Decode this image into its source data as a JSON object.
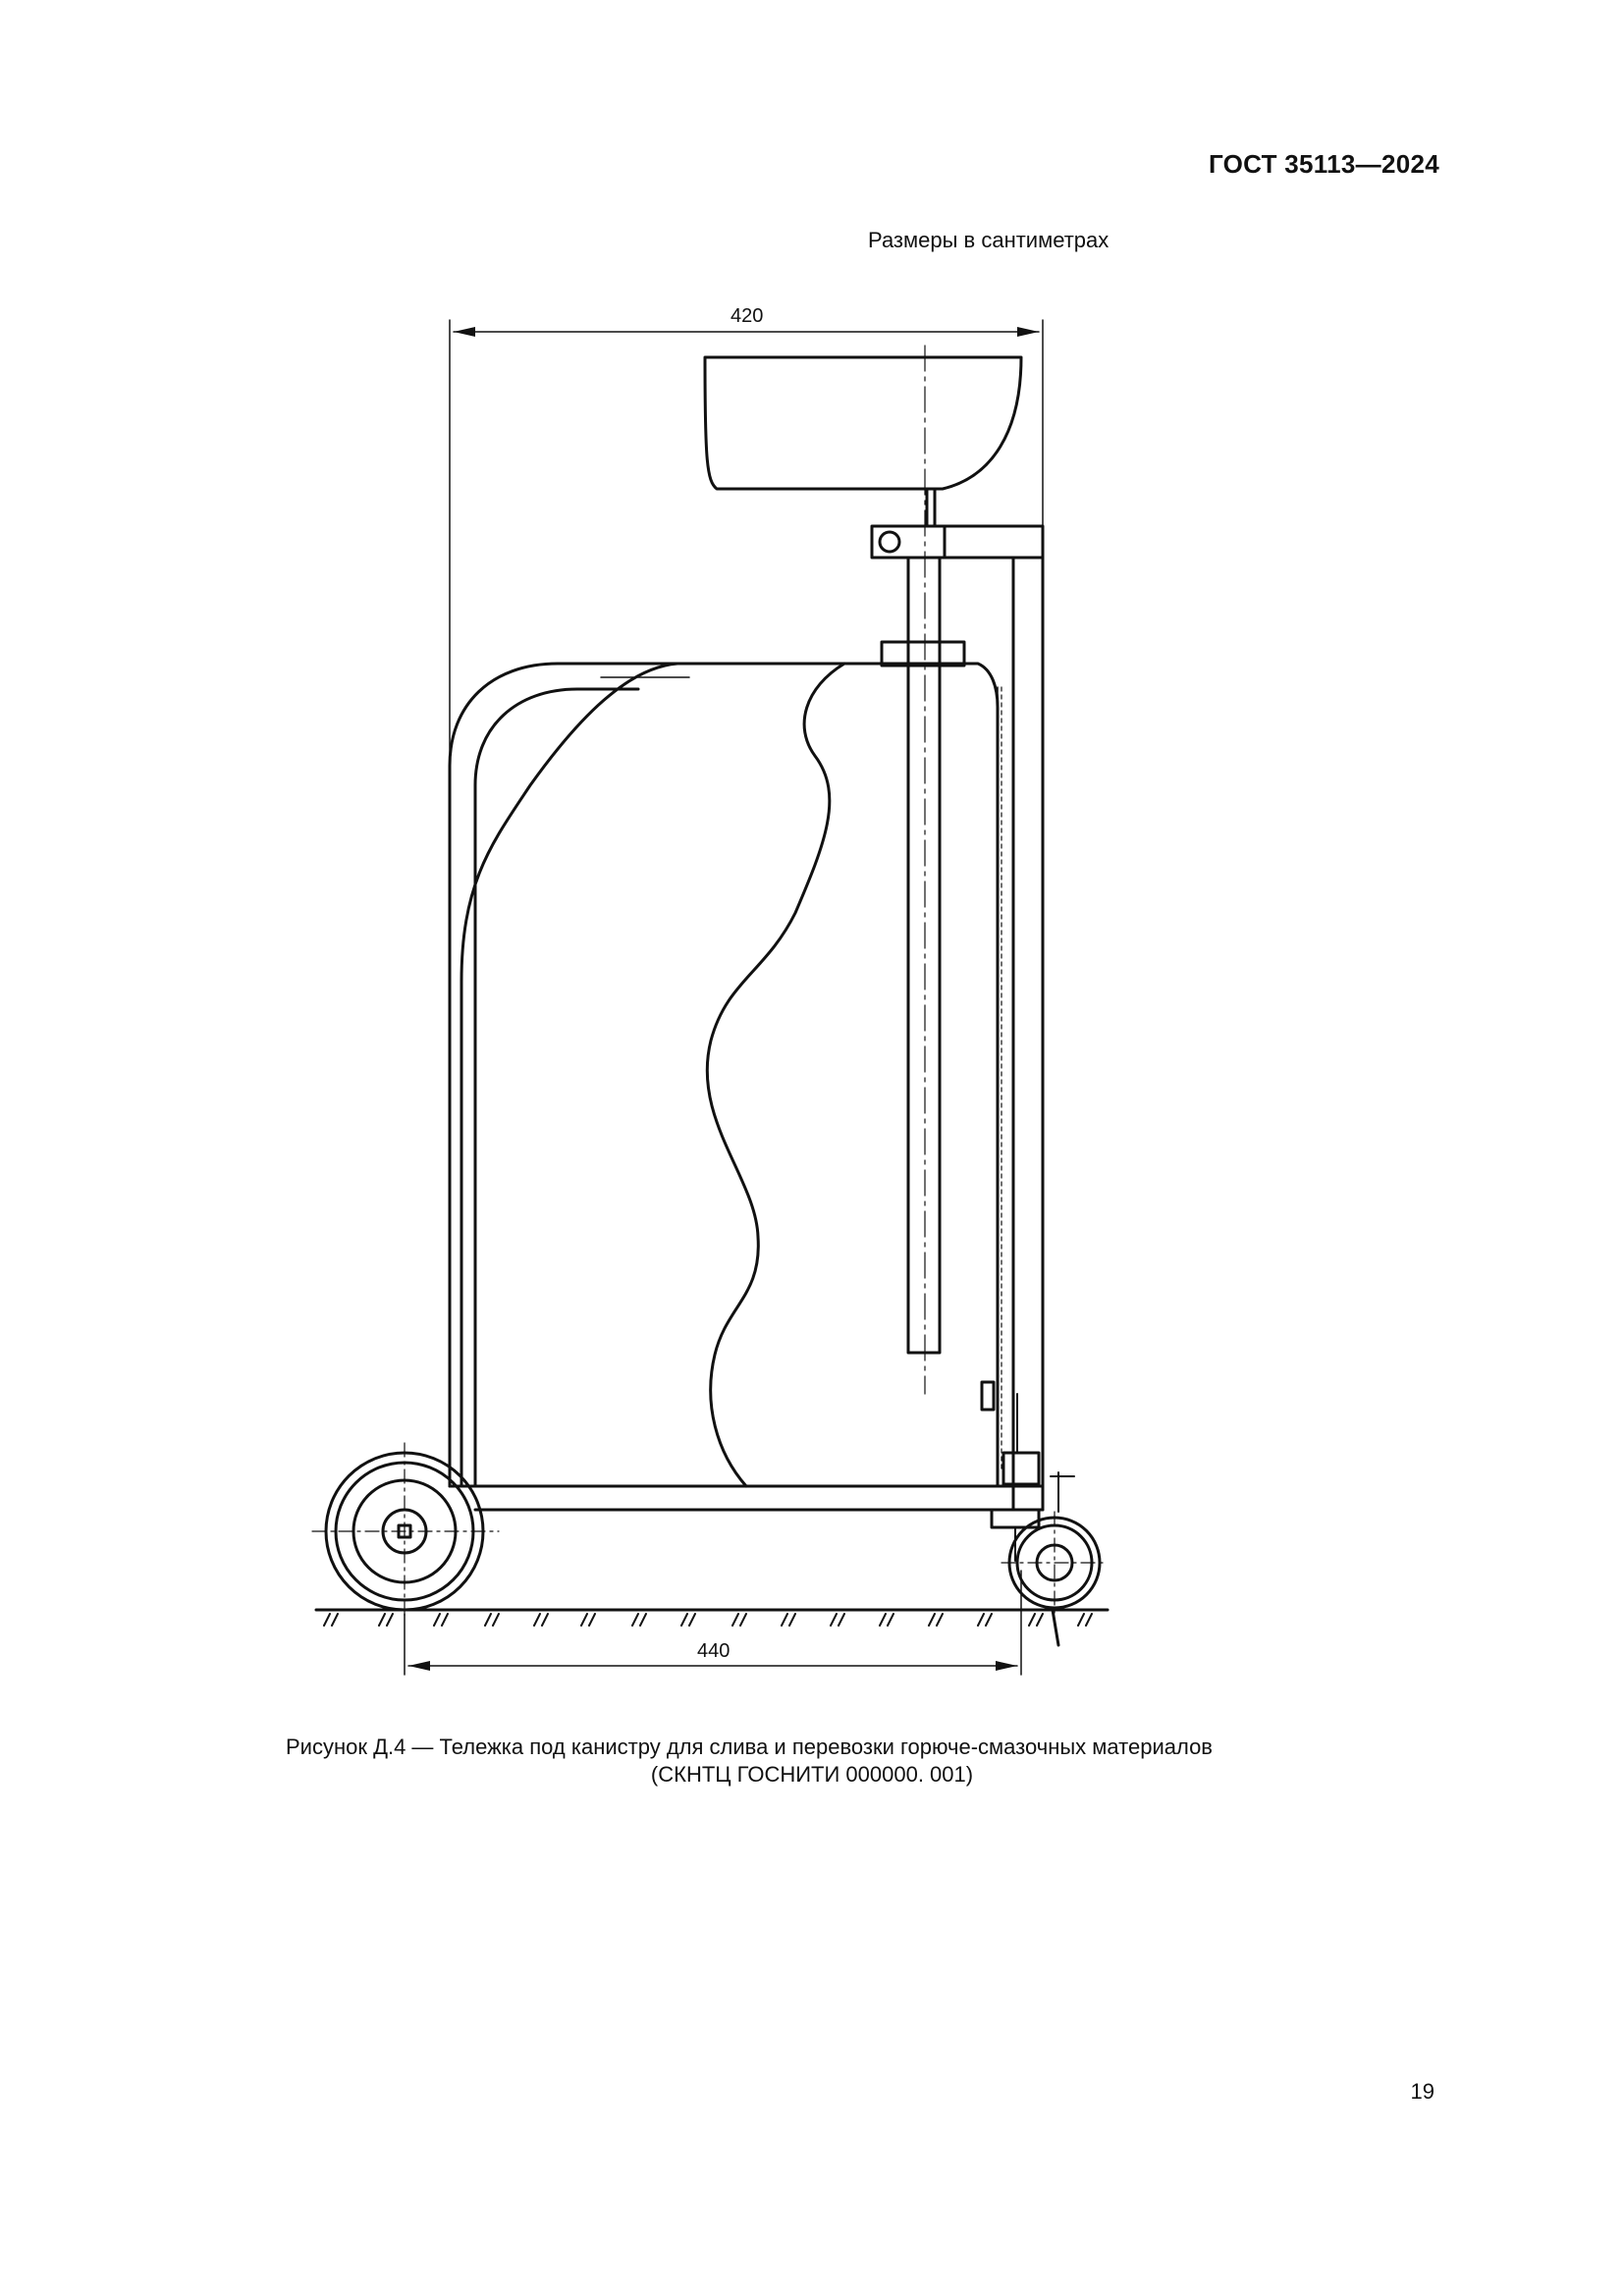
{
  "header": {
    "doc_code": "ГОСТ 35113—2024"
  },
  "units_note": "Размеры в сантиметрах",
  "drawing": {
    "dimensions": {
      "overall_width": "420",
      "wheelbase": "440"
    }
  },
  "caption": {
    "line1": "Рисунок Д.4 — Тележка под канистру для слива и перевозки горюче-смазочных материалов",
    "line2": "(СКНТЦ ГОСНИТИ 000000. 001)"
  },
  "footer": {
    "page_number": "19"
  }
}
